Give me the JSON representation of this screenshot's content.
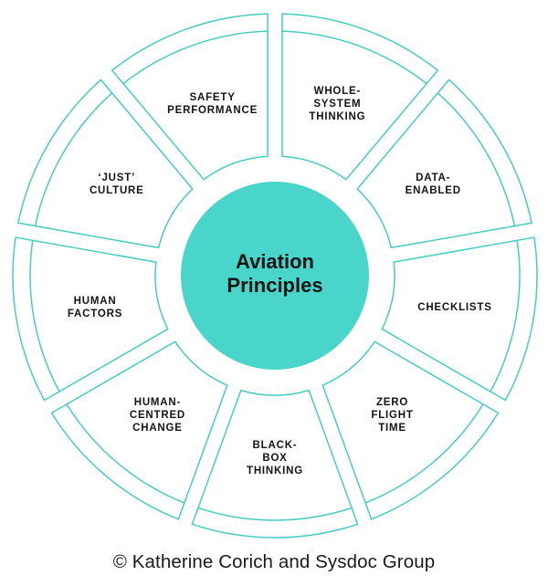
{
  "diagram": {
    "center": {
      "title": "Aviation Principles"
    },
    "segments": [
      {
        "id": "whole-system-thinking",
        "lines": [
          "WHOLE-",
          "SYSTEM",
          "THINKING"
        ]
      },
      {
        "id": "data-enabled",
        "lines": [
          "DATA-",
          "ENABLED"
        ]
      },
      {
        "id": "checklists",
        "lines": [
          "CHECKLISTS"
        ]
      },
      {
        "id": "zero-flight-time",
        "lines": [
          "ZERO",
          "FLIGHT",
          "TIME"
        ]
      },
      {
        "id": "black-box-thinking",
        "lines": [
          "BLACK-",
          "BOX",
          "THINKING"
        ]
      },
      {
        "id": "human-centred-change",
        "lines": [
          "HUMAN-",
          "CENTRED",
          "CHANGE"
        ]
      },
      {
        "id": "human-factors",
        "lines": [
          "HUMAN",
          "FACTORS"
        ]
      },
      {
        "id": "just-culture",
        "lines": [
          "‘JUST’",
          "CULTURE"
        ]
      },
      {
        "id": "safety-performance",
        "lines": [
          "SAFETY",
          "PERFORMANCE"
        ]
      }
    ]
  },
  "footer": {
    "copyright": "© Katherine Corich and Sysdoc Group"
  },
  "colors": {
    "teal_fill": "#4AD5CA",
    "teal_stroke": "#46CCC4",
    "ink": "#141414",
    "background": "#FFFFFF"
  }
}
